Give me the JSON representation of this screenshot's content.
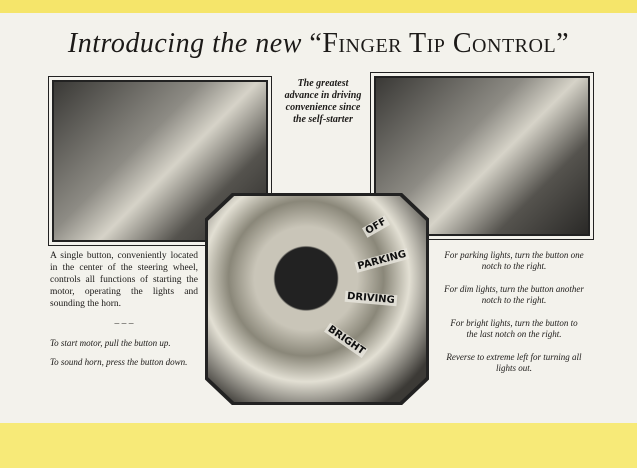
{
  "title": {
    "main": "Introducing the new",
    "product": "“Finger Tip Control”"
  },
  "tagline": "The greatest advance in driving convenience since the self-starter",
  "dial_labels": [
    "OFF",
    "PARKING",
    "DRIVING",
    "BRIGHT"
  ],
  "left_text": {
    "intro": "A single button, conveniently located in the center of the steering wheel, controls all functions of starting the motor, operating the lights and sounding the horn.",
    "divider": "‒ ‒ ‒",
    "start": "To start motor, pull the button up.",
    "horn": "To sound horn, press the button down."
  },
  "right_text": [
    "For parking lights, turn the button one notch to the right.",
    "For dim lights, turn the button another notch to the right.",
    "For bright lights, turn the button to the last notch on the right.",
    "Reverse to extreme left for turning all lights out."
  ]
}
